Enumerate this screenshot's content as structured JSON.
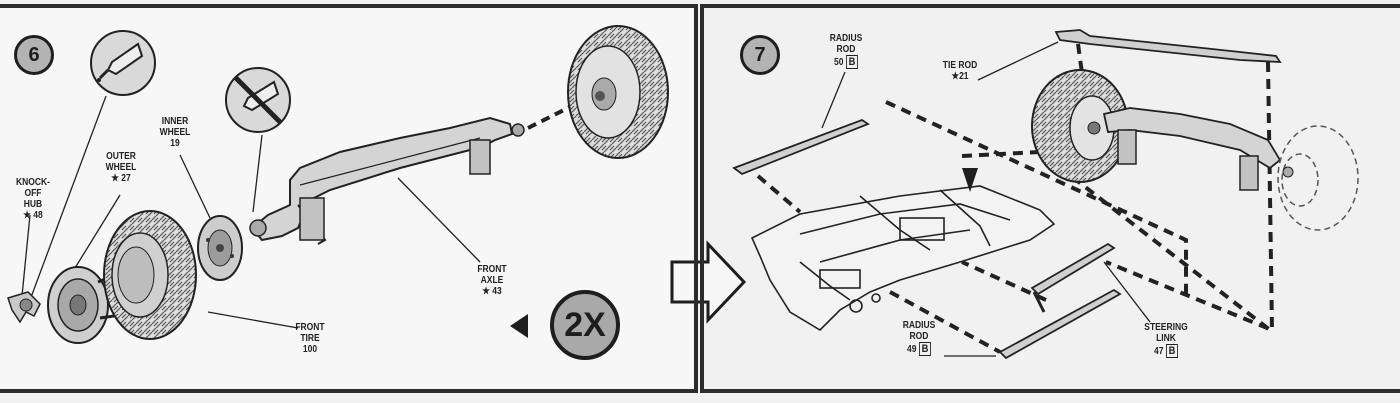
{
  "step6": {
    "number": "6",
    "multiplier": "2X",
    "parts": {
      "knock_off_hub": {
        "name_line1": "KNOCK-OFF",
        "name_line2": "HUB",
        "number": "★ 48"
      },
      "outer_wheel": {
        "name_line1": "OUTER",
        "name_line2": "WHEEL",
        "number": "★ 27"
      },
      "inner_wheel": {
        "name_line1": "INNER",
        "name_line2": "WHEEL",
        "number": "19"
      },
      "front_tire": {
        "name_line1": "FRONT",
        "name_line2": "TIRE",
        "number": "100"
      },
      "front_axle": {
        "name_line1": "FRONT",
        "name_line2": "AXLE",
        "number": "★ 43"
      }
    }
  },
  "step7": {
    "number": "7",
    "parts": {
      "radius_rod_top": {
        "name_line1": "RADIUS",
        "name_line2": "ROD",
        "number": "50",
        "tag": "B"
      },
      "tie_rod": {
        "name_line1": "TIE ROD",
        "number": "★21"
      },
      "radius_rod_bottom": {
        "name_line1": "RADIUS",
        "name_line2": "ROD",
        "number": "49",
        "tag": "B"
      },
      "steering_link": {
        "name_line1": "STEERING",
        "name_line2": "LINK",
        "number": "47",
        "tag": "B"
      }
    }
  }
}
